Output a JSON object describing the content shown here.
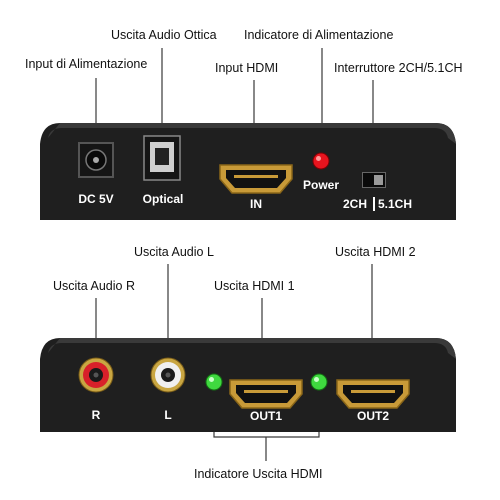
{
  "callouts": {
    "optical_out": "Uscita Audio Ottica",
    "power_indicator": "Indicatore di Alimentazione",
    "power_input": "Input di Alimentazione",
    "hdmi_input": "Input HDMI",
    "switch": "Interruttore 2CH/5.1CH",
    "audio_l": "Uscita Audio L",
    "hdmi_out2": "Uscita HDMI 2",
    "audio_r": "Uscita Audio R",
    "hdmi_out1": "Uscita HDMI 1",
    "hdmi_out_indicator": "Indicatore Uscita HDMI"
  },
  "top_panel": {
    "dc_label": "DC 5V",
    "optical_label": "Optical",
    "in_label": "IN",
    "power_label": "Power",
    "switch_left": "2CH",
    "switch_right": "5.1CH"
  },
  "bottom_panel": {
    "r_label": "R",
    "l_label": "L",
    "out1_label": "OUT1",
    "out2_label": "OUT2"
  },
  "colors": {
    "panel": "#1f1f1f",
    "power_led": "#e8141e",
    "output_led": "#3fd93f",
    "hdmi_gold": "#c89a38",
    "rca_red": "#d8202a",
    "rca_white": "#f0f0f0"
  },
  "icons": [
    "dc-jack-icon",
    "optical-port-icon",
    "hdmi-port-icon",
    "led-icon",
    "slide-switch-icon",
    "rca-jack-icon"
  ]
}
